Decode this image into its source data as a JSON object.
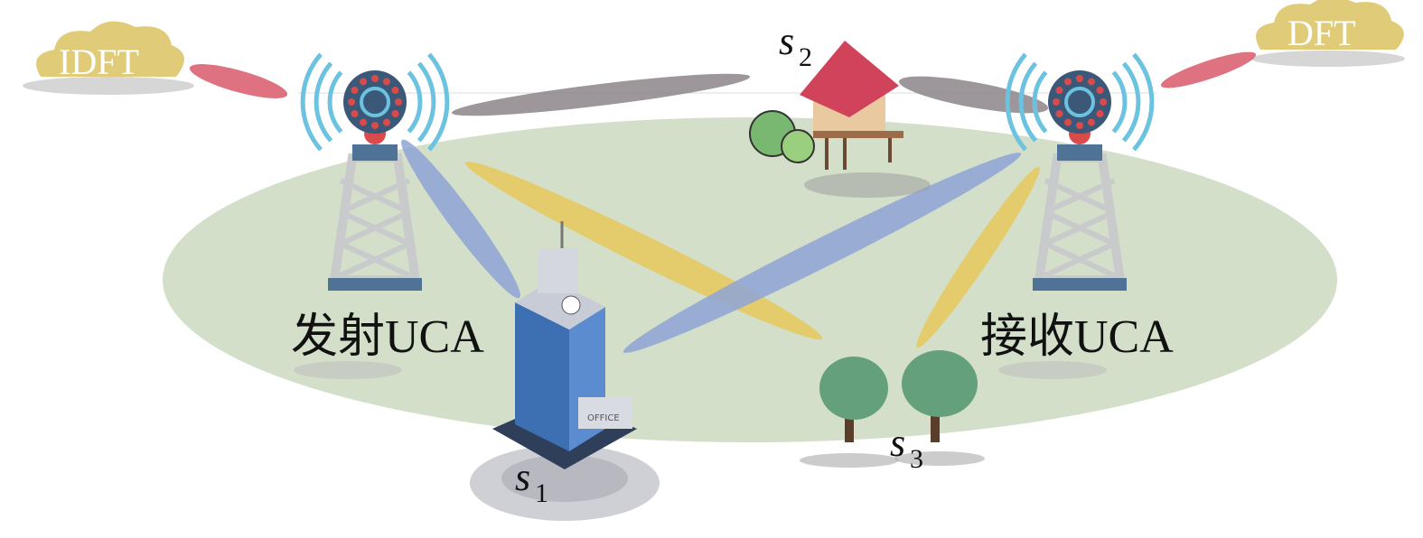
{
  "labels": {
    "idft": "IDFT",
    "dft": "DFT",
    "transmitter": "发射UCA",
    "receiver": "接收UCA",
    "s1": {
      "base": "s",
      "sub": "1"
    },
    "s2": {
      "base": "s",
      "sub": "2"
    },
    "s3": {
      "base": "s",
      "sub": "3"
    },
    "office_sign": "OFFICE"
  },
  "colors": {
    "ground": "#d3dfc9",
    "cloud": "#e0cc78",
    "beam_red": "#d9596a",
    "beam_gray": "#8c8589",
    "beam_blue": "#8ea4d6",
    "beam_yellow": "#e6c85a",
    "tower": "#c9cacc",
    "tower_base": "#4f7397",
    "antenna": "#3b5878",
    "antenna_dots": "#d94b4b",
    "signal": "#6cc3e0"
  }
}
